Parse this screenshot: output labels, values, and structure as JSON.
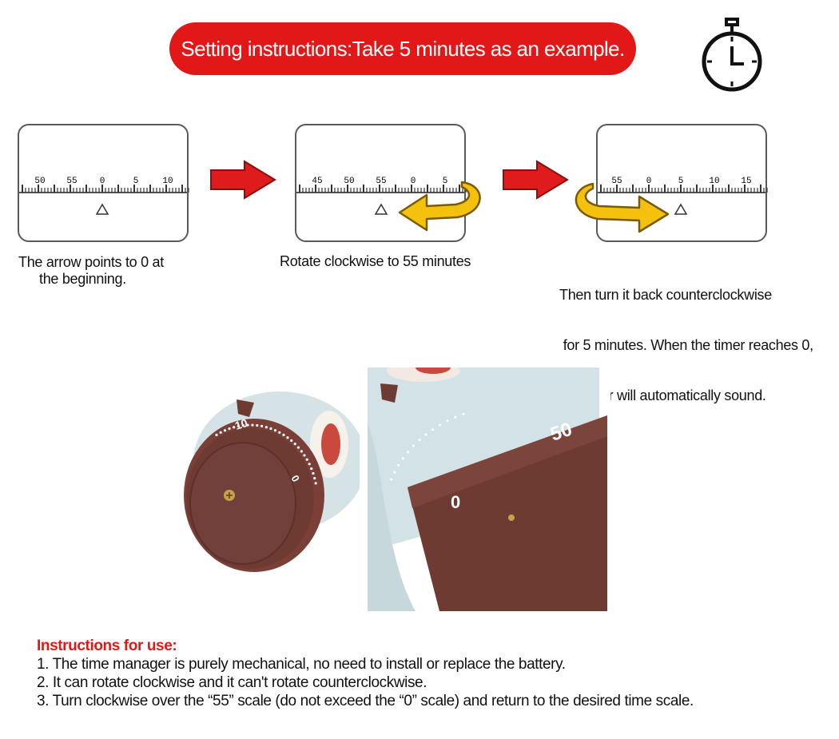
{
  "banner": {
    "text": "Setting instructions:Take 5 minutes as an example."
  },
  "steps": [
    {
      "scale_labels": [
        "50",
        "55",
        "0",
        "5",
        "10"
      ],
      "caption": [
        "The arrow points to 0 at",
        "the beginning."
      ]
    },
    {
      "scale_labels": [
        "45",
        "50",
        "55",
        "0",
        "5"
      ],
      "caption": [
        "Rotate clockwise to 55 minutes"
      ]
    },
    {
      "scale_labels": [
        "55",
        "0",
        "5",
        "10",
        "15"
      ],
      "caption": [
        "Then turn it back counterclockwise",
        " for 5 minutes. When the timer reaches 0,",
        "the timer will automatically sound."
      ]
    }
  ],
  "photos": {
    "left": {
      "labels": [
        "10",
        "0"
      ]
    },
    "right": {
      "labels": [
        "50",
        "0"
      ]
    }
  },
  "instructions": {
    "title": "Instructions for use:",
    "items": [
      "1. The time manager is purely mechanical, no need to install or replace the battery.",
      "2. It can rotate clockwise and it can't rotate counterclockwise.",
      "3. Turn clockwise over the “55” scale (do not exceed the “0” scale) and return to the desired time scale."
    ]
  },
  "colors": {
    "banner": "#e21818",
    "arrow_red": "#e01b1b",
    "arrow_yellow": "#f4c20d",
    "timer_brown": "#6e3b33",
    "timer_blue": "#cfdfe3"
  }
}
